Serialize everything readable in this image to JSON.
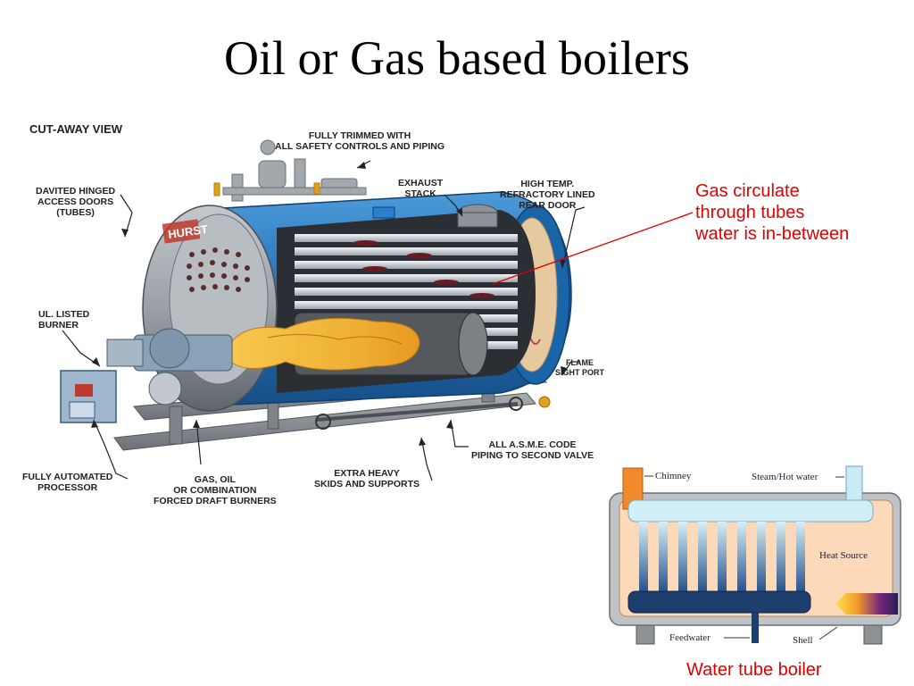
{
  "title": "Oil or Gas based boilers",
  "cutaway": {
    "heading": "CUT-AWAY VIEW",
    "brand": "HURST",
    "labels": {
      "trimmed_1": "FULLY TRIMMED WITH",
      "trimmed_2": "ALL SAFETY CONTROLS AND PIPING",
      "davited_1": "DAVITED HINGED",
      "davited_2": "ACCESS DOORS",
      "davited_3": "(TUBES)",
      "exhaust_1": "EXHAUST",
      "exhaust_2": "STACK",
      "rear_1": "HIGH TEMP.",
      "rear_2": "REFRACTORY LINED",
      "rear_3": "REAR DOOR",
      "burner_1": "UL. LISTED",
      "burner_2": "BURNER",
      "flame_1": "FLAME",
      "flame_2": "SIGHT PORT",
      "asme_1": "ALL A.S.M.E. CODE",
      "asme_2": "PIPING TO SECOND VALVE",
      "processor_1": "FULLY AUTOMATED",
      "processor_2": "PROCESSOR",
      "fuel_1": "GAS, OIL",
      "fuel_2": "OR COMBINATION",
      "fuel_3": "FORCED DRAFT BURNERS",
      "skids_1": "EXTRA HEAVY",
      "skids_2": "SKIDS AND SUPPORTS"
    }
  },
  "annotation": {
    "line1": "Gas circulate",
    "line2": "through  tubes",
    "line3": "water is  in-between"
  },
  "water_tube": {
    "chimney": "Chimney",
    "steam": "Steam/Hot water",
    "heat_source": "Heat Source",
    "feedwater": "Feedwater",
    "shell": "Shell",
    "caption": "Water tube boiler"
  },
  "colors": {
    "annotation": "#e00000",
    "boiler_blue": "#1f6fb8",
    "shell_grey": "#9aa0a6",
    "flame": "#f0b238",
    "water_body": "#fcd9b8",
    "chimney": "#f08a2c",
    "steam_pipe": "#c9ecf4",
    "drum_dark": "#1c3f6e"
  }
}
